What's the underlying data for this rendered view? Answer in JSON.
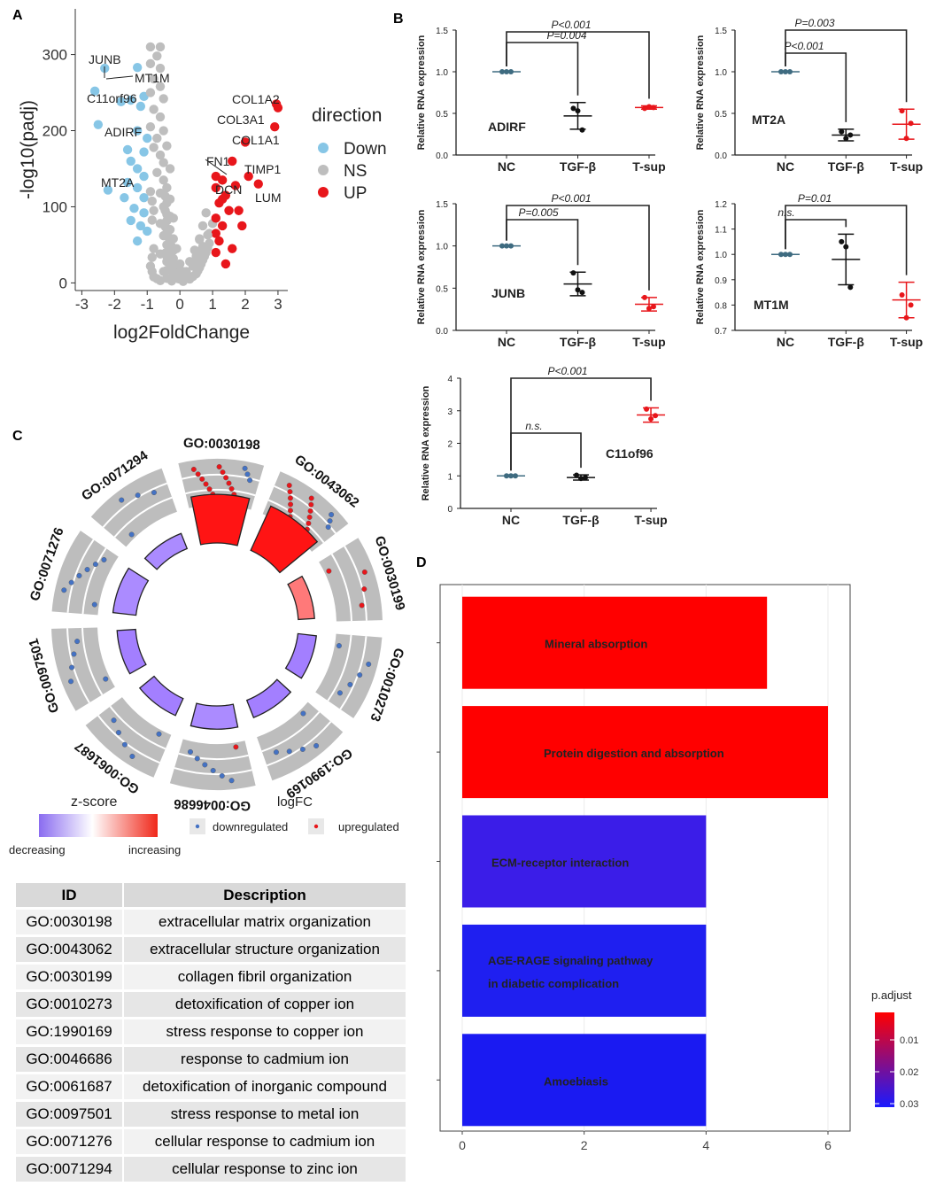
{
  "panel_labels": [
    "A",
    "B",
    "C",
    "D"
  ],
  "chart_data": [
    {
      "type": "scatter",
      "panel": "A",
      "xlabel": "log2FoldChange",
      "ylabel": "-log10(padj)",
      "xlim": [
        -3.2,
        3.3
      ],
      "ylim": [
        -10,
        360
      ],
      "xticks": [
        -3,
        -2,
        -1,
        0,
        1,
        2,
        3
      ],
      "yticks": [
        0,
        100,
        200,
        300
      ],
      "legend": {
        "title": "direction",
        "position": "right",
        "entries": [
          {
            "name": "Down",
            "color": "#87c6e6"
          },
          {
            "name": "NS",
            "color": "#bebebe"
          },
          {
            "name": "UP",
            "color": "#e8161b"
          }
        ]
      },
      "series": [
        {
          "name": "Down",
          "color": "#87c6e6",
          "points": [
            [
              -2.3,
              282
            ],
            [
              -1.3,
              283
            ],
            [
              -2.6,
              252
            ],
            [
              -1.8,
              238
            ],
            [
              -1.5,
              240
            ],
            [
              -1.2,
              232
            ],
            [
              -1.1,
              245
            ],
            [
              -2.5,
              208
            ],
            [
              -1.3,
              200
            ],
            [
              -1.0,
              190
            ],
            [
              -1.6,
              175
            ],
            [
              -1.1,
              172
            ],
            [
              -1.5,
              160
            ],
            [
              -1.3,
              150
            ],
            [
              -1.1,
              140
            ],
            [
              -2.2,
              122
            ],
            [
              -1.6,
              132
            ],
            [
              -1.3,
              125
            ],
            [
              -1.7,
              112
            ],
            [
              -1.1,
              112
            ],
            [
              -1.4,
              98
            ],
            [
              -1.1,
              92
            ],
            [
              -1.5,
              82
            ],
            [
              -1.2,
              75
            ],
            [
              -1.0,
              68
            ],
            [
              -1.3,
              55
            ]
          ]
        },
        {
          "name": "NS",
          "color": "#bebebe",
          "points": [
            [
              -0.9,
              310
            ],
            [
              -0.6,
              310
            ],
            [
              -0.7,
              298
            ],
            [
              -0.9,
              288
            ],
            [
              -0.6,
              282
            ],
            [
              -0.8,
              268
            ],
            [
              -0.6,
              258
            ],
            [
              -0.9,
              250
            ],
            [
              -0.5,
              242
            ],
            [
              -0.8,
              228
            ],
            [
              -0.6,
              218
            ],
            [
              -0.9,
              205
            ],
            [
              -0.5,
              200
            ],
            [
              -0.7,
              190
            ],
            [
              -0.4,
              180
            ],
            [
              -0.8,
              178
            ],
            [
              -0.6,
              168
            ],
            [
              -0.5,
              158
            ],
            [
              -0.3,
              150
            ],
            [
              -0.7,
              145
            ],
            [
              -0.5,
              135
            ],
            [
              -0.4,
              125
            ],
            [
              -0.6,
              118
            ],
            [
              -0.3,
              110
            ],
            [
              -0.5,
              100
            ],
            [
              -0.4,
              90
            ],
            [
              -0.2,
              85
            ],
            [
              -0.6,
              78
            ],
            [
              -0.3,
              70
            ],
            [
              -0.5,
              62
            ],
            [
              -0.2,
              58
            ],
            [
              -0.4,
              50
            ],
            [
              -0.1,
              45
            ],
            [
              -0.3,
              40
            ],
            [
              -0.6,
              38
            ],
            [
              -0.2,
              32
            ],
            [
              -0.4,
              28
            ],
            [
              0.0,
              25
            ],
            [
              -0.1,
              20
            ],
            [
              -0.3,
              18
            ],
            [
              -0.5,
              15
            ],
            [
              0.1,
              15
            ],
            [
              -0.2,
              10
            ],
            [
              0.2,
              10
            ],
            [
              0.0,
              5
            ],
            [
              -0.4,
              6
            ],
            [
              0.3,
              5
            ],
            [
              0.5,
              12
            ],
            [
              0.6,
              20
            ],
            [
              0.7,
              30
            ],
            [
              0.8,
              40
            ],
            [
              0.9,
              52
            ],
            [
              0.9,
              65
            ],
            [
              1.0,
              78
            ],
            [
              0.7,
              48
            ],
            [
              0.5,
              35
            ],
            [
              0.4,
              22
            ],
            [
              0.8,
              92
            ],
            [
              0.6,
              58
            ],
            [
              0.3,
              28
            ],
            [
              0.1,
              2
            ],
            [
              -0.6,
              3
            ],
            [
              -0.8,
              8
            ],
            [
              -0.9,
              22
            ],
            [
              -0.8,
              45
            ],
            [
              -0.9,
              120
            ],
            [
              -0.8,
              95
            ]
          ]
        },
        {
          "name": "UP",
          "color": "#e8161b",
          "points": [
            [
              2.95,
              235
            ],
            [
              3.0,
              230
            ],
            [
              2.0,
              185
            ],
            [
              1.6,
              160
            ],
            [
              2.1,
              140
            ],
            [
              2.4,
              130
            ],
            [
              1.1,
              140
            ],
            [
              1.3,
              135
            ],
            [
              1.7,
              128
            ],
            [
              1.4,
              115
            ],
            [
              1.1,
              125
            ],
            [
              1.2,
              105
            ],
            [
              1.5,
              95
            ],
            [
              1.1,
              85
            ],
            [
              1.3,
              75
            ],
            [
              1.1,
              65
            ],
            [
              1.9,
              75
            ],
            [
              1.2,
              55
            ],
            [
              1.6,
              45
            ],
            [
              1.1,
              40
            ],
            [
              1.4,
              25
            ],
            [
              2.9,
              205
            ],
            [
              1.8,
              95
            ],
            [
              1.3,
              110
            ]
          ]
        }
      ],
      "annotations": [
        {
          "text": "JUNB",
          "x": -2.3,
          "y": 282
        },
        {
          "text": "MT1M",
          "x": -1.3,
          "y": 283
        },
        {
          "text": "C11orf96",
          "x": -2.4,
          "y": 280
        },
        {
          "text": "ADIRF",
          "x": -2.5,
          "y": 208
        },
        {
          "text": "MT2A",
          "x": -2.2,
          "y": 122
        },
        {
          "text": "COL1A2",
          "x": 2.95,
          "y": 235
        },
        {
          "text": "COL3A1",
          "x": 3.0,
          "y": 230
        },
        {
          "text": "COL1A1",
          "x": 2.9,
          "y": 205
        },
        {
          "text": "FN1",
          "x": 2.0,
          "y": 185
        },
        {
          "text": "TIMP1",
          "x": 1.6,
          "y": 160
        },
        {
          "text": "DCN",
          "x": 1.1,
          "y": 140
        },
        {
          "text": "LUM",
          "x": 2.4,
          "y": 130
        }
      ]
    },
    {
      "type": "scatter",
      "panel": "B",
      "gene": "ADIRF",
      "ylabel": "Relative RNA expression",
      "categories": [
        "NC",
        "TGF-β",
        "T-sup"
      ],
      "ylim": [
        0,
        1.5
      ],
      "yticks": [
        "0.0",
        "0.5",
        "1.0",
        "1.5"
      ],
      "groups": [
        {
          "mean": 1.0,
          "sd": 0.0,
          "points": [
            1.0,
            1.0,
            1.0
          ],
          "color": "#3e6b80"
        },
        {
          "mean": 0.47,
          "sd": 0.16,
          "points": [
            0.56,
            0.53,
            0.3
          ],
          "color": "#111111"
        },
        {
          "mean": 0.57,
          "sd": 0.02,
          "points": [
            0.56,
            0.58,
            0.57
          ],
          "color": "#e8161b"
        }
      ],
      "comparisons": [
        {
          "from": 0,
          "to": 1,
          "label": "P=0.004"
        },
        {
          "from": 0,
          "to": 2,
          "label": "P<0.001"
        }
      ]
    },
    {
      "type": "scatter",
      "panel": "B",
      "gene": "MT2A",
      "ylabel": "Relative RNA expression",
      "categories": [
        "NC",
        "TGF-β",
        "T-sup"
      ],
      "ylim": [
        0,
        1.5
      ],
      "yticks": [
        "0.0",
        "0.5",
        "1.0",
        "1.5"
      ],
      "groups": [
        {
          "mean": 1.0,
          "sd": 0.0,
          "points": [
            1.0,
            1.0,
            1.0
          ],
          "color": "#3e6b80"
        },
        {
          "mean": 0.24,
          "sd": 0.07,
          "points": [
            0.28,
            0.2,
            0.24
          ],
          "color": "#111111"
        },
        {
          "mean": 0.37,
          "sd": 0.18,
          "points": [
            0.53,
            0.2,
            0.38
          ],
          "color": "#e8161b"
        }
      ],
      "comparisons": [
        {
          "from": 0,
          "to": 1,
          "label": "P<0.001"
        },
        {
          "from": 0,
          "to": 2,
          "label": "P=0.003"
        }
      ]
    },
    {
      "type": "scatter",
      "panel": "B",
      "gene": "JUNB",
      "ylabel": "Relative RNA expression",
      "categories": [
        "NC",
        "TGF-β",
        "T-sup"
      ],
      "ylim": [
        0,
        1.5
      ],
      "yticks": [
        "0.0",
        "0.5",
        "1.0",
        "1.5"
      ],
      "groups": [
        {
          "mean": 1.0,
          "sd": 0.0,
          "points": [
            1.0,
            1.0,
            1.0
          ],
          "color": "#3e6b80"
        },
        {
          "mean": 0.55,
          "sd": 0.14,
          "points": [
            0.68,
            0.48,
            0.45
          ],
          "color": "#111111"
        },
        {
          "mean": 0.31,
          "sd": 0.08,
          "points": [
            0.39,
            0.26,
            0.28
          ],
          "color": "#e8161b"
        }
      ],
      "comparisons": [
        {
          "from": 0,
          "to": 1,
          "label": "P=0.005"
        },
        {
          "from": 0,
          "to": 2,
          "label": "P<0.001"
        }
      ]
    },
    {
      "type": "scatter",
      "panel": "B",
      "gene": "MT1M",
      "ylabel": "Relative RNA expression",
      "categories": [
        "NC",
        "TGF-β",
        "T-sup"
      ],
      "ylim": [
        0.7,
        1.2
      ],
      "yticks": [
        "0.7",
        "0.8",
        "0.9",
        "1.0",
        "1.1",
        "1.2"
      ],
      "groups": [
        {
          "mean": 1.0,
          "sd": 0.0,
          "points": [
            1.0,
            1.0,
            1.0
          ],
          "color": "#3e6b80"
        },
        {
          "mean": 0.98,
          "sd": 0.1,
          "points": [
            1.05,
            1.03,
            0.87
          ],
          "color": "#111111"
        },
        {
          "mean": 0.82,
          "sd": 0.07,
          "points": [
            0.84,
            0.75,
            0.8
          ],
          "color": "#e8161b"
        }
      ],
      "comparisons": [
        {
          "from": 0,
          "to": 1,
          "label": "n.s."
        },
        {
          "from": 0,
          "to": 2,
          "label": "P=0.01"
        }
      ]
    },
    {
      "type": "scatter",
      "panel": "B",
      "gene": "C11of96",
      "ylabel": "Relative RNA expression",
      "categories": [
        "NC",
        "TGF-β",
        "T-sup"
      ],
      "ylim": [
        0,
        4
      ],
      "yticks": [
        "0",
        "1",
        "2",
        "3",
        "4"
      ],
      "groups": [
        {
          "mean": 1.0,
          "sd": 0.0,
          "points": [
            1.0,
            1.0,
            1.0
          ],
          "color": "#3e6b80"
        },
        {
          "mean": 0.95,
          "sd": 0.08,
          "points": [
            1.02,
            0.92,
            0.95
          ],
          "color": "#111111"
        },
        {
          "mean": 2.87,
          "sd": 0.22,
          "points": [
            3.05,
            2.75,
            2.85
          ],
          "color": "#e8161b"
        }
      ],
      "comparisons": [
        {
          "from": 0,
          "to": 1,
          "label": "n.s."
        },
        {
          "from": 0,
          "to": 2,
          "label": "P<0.001"
        }
      ]
    },
    {
      "type": "circular",
      "panel": "C",
      "segments": [
        {
          "id": "GO:0030198",
          "zscore": 3.5,
          "count": 18,
          "up": 14,
          "down": 4
        },
        {
          "id": "GO:0043062",
          "zscore": 3.5,
          "count": 18,
          "up": 14,
          "down": 4
        },
        {
          "id": "GO:0030199",
          "zscore": 2.0,
          "count": 4,
          "up": 4,
          "down": 0
        },
        {
          "id": "GO:0010273",
          "zscore": -2.2,
          "count": 5,
          "up": 0,
          "down": 5
        },
        {
          "id": "GO:1990169",
          "zscore": -2.2,
          "count": 5,
          "up": 0,
          "down": 5
        },
        {
          "id": "GO:0046686",
          "zscore": -2.0,
          "count": 7,
          "up": 1,
          "down": 6
        },
        {
          "id": "GO:0061687",
          "zscore": -2.2,
          "count": 5,
          "up": 0,
          "down": 5
        },
        {
          "id": "GO:0097501",
          "zscore": -2.2,
          "count": 5,
          "up": 0,
          "down": 5
        },
        {
          "id": "GO:0071276",
          "zscore": -2.0,
          "count": 7,
          "up": 0,
          "down": 7
        },
        {
          "id": "GO:0071294",
          "zscore": -2.0,
          "count": 4,
          "up": 0,
          "down": 4
        }
      ],
      "zscore_legend": {
        "title": "z-score",
        "low": "decreasing",
        "high": "increasing"
      },
      "logfc_legend": {
        "title": "logFC",
        "entries": [
          {
            "name": "downregulated",
            "color": "#4472c4"
          },
          {
            "name": "upregulated",
            "color": "#e8161b"
          }
        ]
      }
    },
    {
      "type": "table",
      "panel": "C",
      "columns": [
        "ID",
        "Description"
      ],
      "rows": [
        [
          "GO:0030198",
          "extracellular matrix organization"
        ],
        [
          "GO:0043062",
          "extracellular structure organization"
        ],
        [
          "GO:0030199",
          "collagen fibril organization"
        ],
        [
          "GO:0010273",
          "detoxification of copper ion"
        ],
        [
          "GO:1990169",
          "stress response to copper ion"
        ],
        [
          "GO:0046686",
          "response to cadmium ion"
        ],
        [
          "GO:0061687",
          "detoxification of inorganic compound"
        ],
        [
          "GO:0097501",
          "stress response to metal ion"
        ],
        [
          "GO:0071276",
          "cellular response to cadmium ion"
        ],
        [
          "GO:0071294",
          "cellular response to zinc ion"
        ]
      ]
    },
    {
      "type": "bar",
      "panel": "D",
      "orientation": "horizontal",
      "categories": [
        "Mineral absorption",
        "Protein digestion and absorption",
        "ECM-receptor interaction",
        "AGE-RAGE signaling pathway in diabetic complication",
        "Amoebiasis"
      ],
      "label_lines": [
        [
          "Mineral absorption"
        ],
        [
          "Protein digestion and absorption"
        ],
        [
          "ECM-receptor interaction"
        ],
        [
          "AGE-RAGE signaling pathway",
          "in diabetic complication"
        ],
        [
          "Amoebiasis"
        ]
      ],
      "values": [
        5,
        6,
        4,
        4,
        4
      ],
      "colors": [
        "#ff0000",
        "#ff0000",
        "#3b1de8",
        "#1f1ff0",
        "#1a1af2"
      ],
      "xlim": [
        -0.2,
        6.3
      ],
      "xticks": [
        0,
        2,
        4,
        6
      ],
      "legend": {
        "title": "p.adjust",
        "ticks": [
          "0.01",
          "0.02",
          "0.03"
        ],
        "high_color": "#ff0000",
        "low_color": "#0000ff"
      }
    }
  ]
}
